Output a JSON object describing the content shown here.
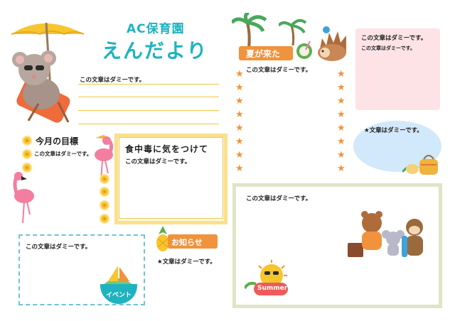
{
  "header": {
    "school_name": "AC保育園",
    "newsletter_title": "えんだより",
    "intro_text": "この文章はダミーです。"
  },
  "goal_section": {
    "heading": "今月の目標",
    "body": "この文章はダミーです。"
  },
  "food_poisoning": {
    "heading": "食中毒に気をつけて",
    "body": "この文章はダミーです。"
  },
  "summer_section": {
    "banner": "夏が来た",
    "body": "この文章はダミーです。"
  },
  "pink_box": {
    "line1": "この文章はダミーです。",
    "line2": "この文章はダミーです。"
  },
  "blue_oval": {
    "text": "★文章はダミーです。"
  },
  "green_box": {
    "text": "この文章はダミーです。",
    "badge": "Summer"
  },
  "notice": {
    "banner": "お知らせ",
    "text": "★文章はダミーです。"
  },
  "event_box": {
    "text": "この文章はダミーです。",
    "badge": "イベント"
  },
  "colors": {
    "teal": "#1fb3c0",
    "orange": "#f0933c",
    "yellow_line": "#f3c544",
    "pink_box": "#fde3e6",
    "blue_oval": "#d2e8fb",
    "green_frame": "#dfe5c6"
  }
}
